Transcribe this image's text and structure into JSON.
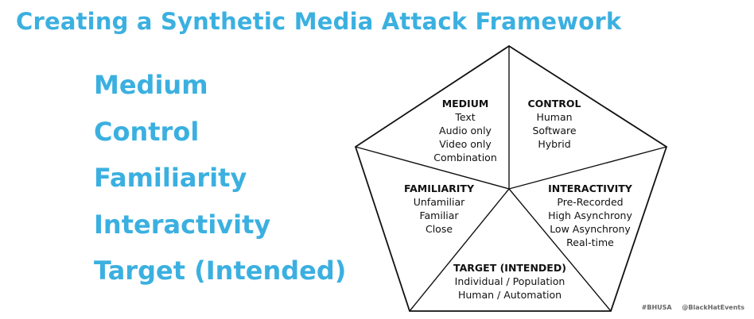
{
  "title": "Creating a Synthetic Media Attack Framework",
  "list": [
    "Medium",
    "Control",
    "Familiarity",
    "Interactivity",
    "Target (Intended)"
  ],
  "segments": {
    "medium": {
      "heading": "MEDIUM",
      "items": [
        "Text",
        "Audio only",
        "Video only",
        "Combination"
      ]
    },
    "control": {
      "heading": "CONTROL",
      "items": [
        "Human",
        "Software",
        "Hybrid"
      ]
    },
    "familiarity": {
      "heading": "FAMILIARITY",
      "items": [
        "Unfamiliar",
        "Familiar",
        "Close"
      ]
    },
    "interactivity": {
      "heading": "INTERACTIVITY",
      "items": [
        "Pre-Recorded",
        "High Asynchrony",
        "Low Asynchrony",
        "Real-time"
      ]
    },
    "target": {
      "heading": "TARGET (INTENDED)",
      "items": [
        "Individual / Population",
        "Human / Automation"
      ]
    }
  },
  "footer": {
    "hashtag": "#BHUSA",
    "handle": "@BlackHatEvents"
  },
  "colors": {
    "accent": "#3bb0e0",
    "lines": "#111111"
  }
}
